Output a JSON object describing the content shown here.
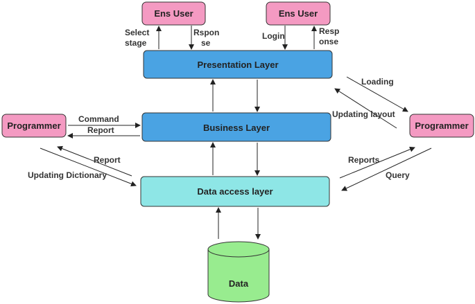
{
  "colors": {
    "user_fill": "#f49ac2",
    "layer_fill": "#4aa3e3",
    "data_access_fill": "#8ee6e6",
    "database_fill": "#98ec8f",
    "stroke": "#333333"
  },
  "nodes": {
    "ens_user_left": "Ens User",
    "ens_user_right": "Ens User",
    "presentation_layer": "Presentation Layer",
    "business_layer": "Business Layer",
    "data_access_layer": "Data access layer",
    "programmer_left": "Programmer",
    "programmer_right": "Programmer",
    "data": "Data"
  },
  "edge_labels": {
    "select_stage": [
      "Select",
      "stage"
    ],
    "rsponse": [
      "Rspon",
      "se"
    ],
    "login": "Login",
    "response_right": [
      "Resp",
      "onse"
    ],
    "loading": "Loading",
    "updating_layout": "Updating layout",
    "command": "Command",
    "report_business": "Report",
    "report_data": "Report",
    "updating_dictionary": "Updating Dictionary",
    "reports": "Reports",
    "query": "Query"
  }
}
